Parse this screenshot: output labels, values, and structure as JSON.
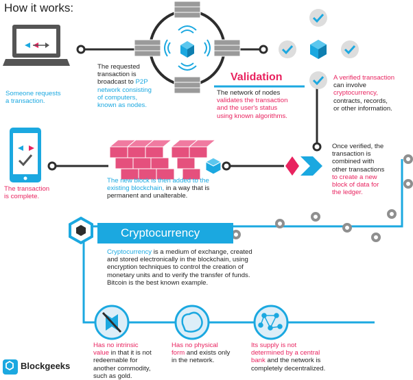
{
  "title": "How it works:",
  "step1": {
    "caption_line1": "Someone requests",
    "caption_line2": "a transaction."
  },
  "step2": {
    "l1": "The requested",
    "l2": "transaction is",
    "l3a": "broadcast to ",
    "l3b": "P2P",
    "l4": "network consisting",
    "l5": "of computers,",
    "l6": "known as nodes."
  },
  "validation": {
    "title": "Validation",
    "l1": "The network of nodes",
    "l2": "validates the transaction",
    "l3": "and the user's status",
    "l4": "using known algorithms."
  },
  "verified": {
    "l1": "A verified transaction",
    "l2": "can involve",
    "l3": "cryptocurrency,",
    "l4": "contracts, records,",
    "l5": "or other information."
  },
  "combined": {
    "l1": "Once verified, the",
    "l2": "transaction is",
    "l3": "combined with",
    "l4": "other transactions",
    "l5": "to create a new",
    "l6": "block of data for",
    "l7": "the ledger."
  },
  "newblock": {
    "l1": "The new block is then added to the",
    "l2": "existing blockchain, in a way that is",
    "l2a": "existing blockchain,",
    "l2b": " in a way that is",
    "l3": "permanent and unalterable."
  },
  "complete": {
    "l1": "The transaction",
    "l2": "is complete."
  },
  "crypto": {
    "label": "Cryptocurrency",
    "l1a": "Cryptocurrency",
    "l1b": " is a medium of exchange, created",
    "l2": "and stored electronically in the blockchain, using",
    "l3": "encryption techniques to control the creation of",
    "l4": "monetary units and to verify the transfer of funds.",
    "l5": "Bitcoin is the best known example."
  },
  "props": {
    "p1": {
      "l1": "Has no intrinsic",
      "l2": "value",
      "l2b": " in that it is not",
      "l3": "redeemable for",
      "l4": "another commodity,",
      "l5": "such as gold."
    },
    "p2": {
      "l1": "Has no physical",
      "l2": "form",
      "l2b": " and exists only",
      "l3": "in the network."
    },
    "p3": {
      "l1": "Its supply is not",
      "l2": "determined by a central",
      "l3": "bank",
      "l3b": " and the network is",
      "l4": "completely decentralized."
    }
  },
  "logo": {
    "name": "Blockgeeks"
  },
  "colors": {
    "blue": "#1ba8e0",
    "pink": "#e8235f",
    "dark": "#2d2d2d",
    "gray": "#8f8f8f"
  }
}
